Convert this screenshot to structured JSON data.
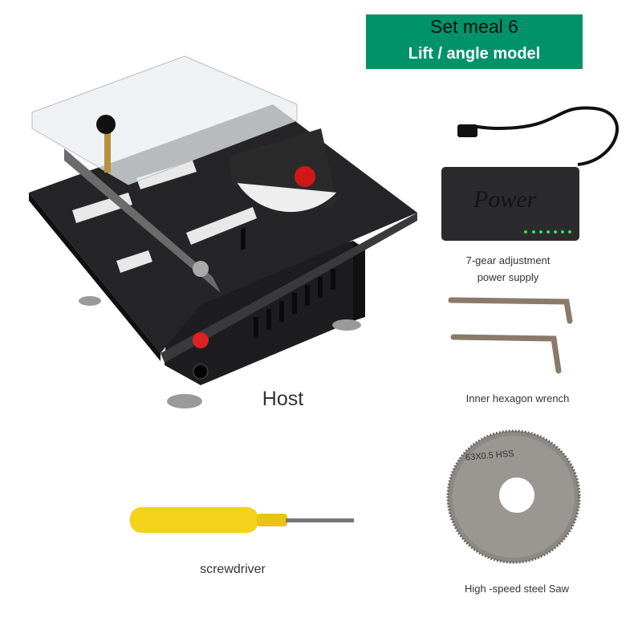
{
  "banner": {
    "title": "Set meal 6",
    "subtitle": "Lift / angle model",
    "color": "#009268"
  },
  "items": {
    "host": "Host",
    "power_line1": "7-gear adjustment",
    "power_line2": "power supply",
    "power_brand": "Power",
    "wrench": "Inner hexagon wrench",
    "screwdriver": "screwdriver",
    "saw": "High -speed steel Saw",
    "saw_marking": "63X0.5 HSS"
  }
}
